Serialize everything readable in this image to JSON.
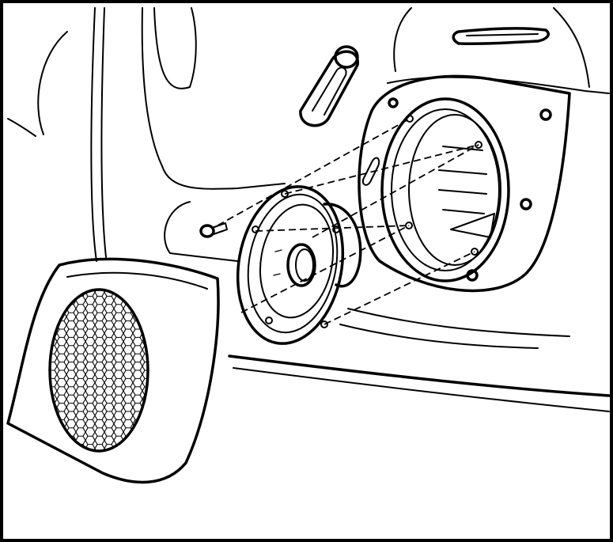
{
  "colors": {
    "line": "#000000",
    "background": "#ffffff"
  },
  "illustration": {
    "subject": "speaker-installation",
    "parts": [
      "door-panel",
      "speaker-grille-cover",
      "speaker",
      "speaker-adapter-bracket",
      "mounting-screw",
      "door-handle"
    ]
  }
}
